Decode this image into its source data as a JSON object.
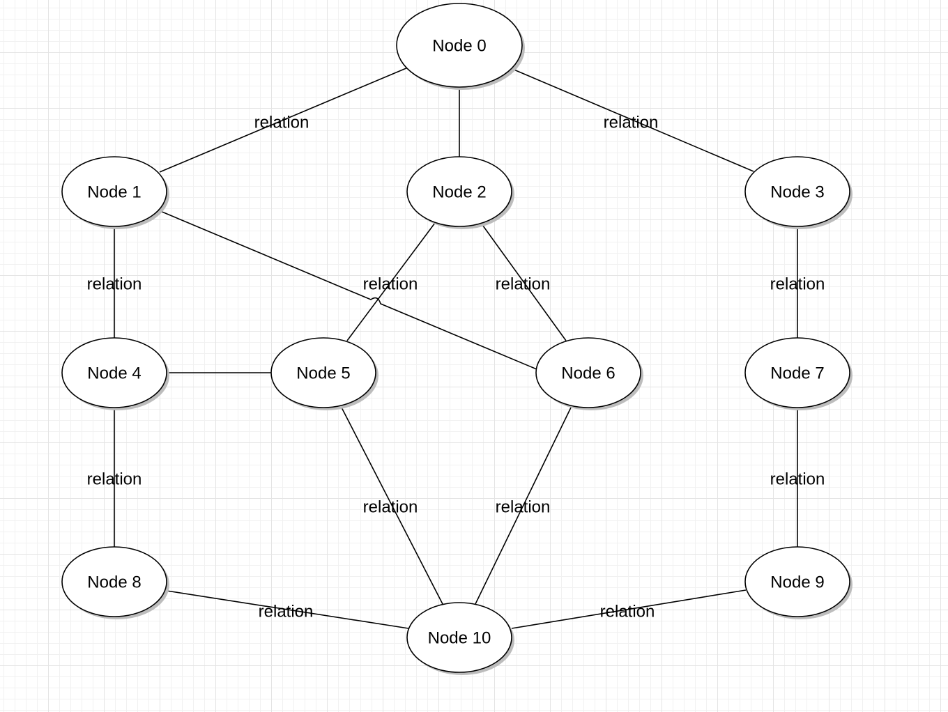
{
  "diagram": {
    "type": "graph",
    "nodes": [
      {
        "id": "n0",
        "label": "Node 0"
      },
      {
        "id": "n1",
        "label": "Node 1"
      },
      {
        "id": "n2",
        "label": "Node 2"
      },
      {
        "id": "n3",
        "label": "Node 3"
      },
      {
        "id": "n4",
        "label": "Node 4"
      },
      {
        "id": "n5",
        "label": "Node 5"
      },
      {
        "id": "n6",
        "label": "Node 6"
      },
      {
        "id": "n7",
        "label": "Node 7"
      },
      {
        "id": "n8",
        "label": "Node 8"
      },
      {
        "id": "n9",
        "label": "Node 9"
      },
      {
        "id": "n10",
        "label": "Node 10"
      }
    ],
    "edges": [
      {
        "from": "n0",
        "to": "n1",
        "label": "relation"
      },
      {
        "from": "n0",
        "to": "n2",
        "label": ""
      },
      {
        "from": "n0",
        "to": "n3",
        "label": "relation"
      },
      {
        "from": "n1",
        "to": "n4",
        "label": "relation"
      },
      {
        "from": "n1",
        "to": "n6",
        "label": ""
      },
      {
        "from": "n2",
        "to": "n5",
        "label": "relation"
      },
      {
        "from": "n2",
        "to": "n6",
        "label": "relation"
      },
      {
        "from": "n3",
        "to": "n7",
        "label": "relation"
      },
      {
        "from": "n4",
        "to": "n5",
        "label": ""
      },
      {
        "from": "n4",
        "to": "n8",
        "label": "relation"
      },
      {
        "from": "n5",
        "to": "n10",
        "label": "relation"
      },
      {
        "from": "n6",
        "to": "n10",
        "label": "relation"
      },
      {
        "from": "n7",
        "to": "n9",
        "label": "relation"
      },
      {
        "from": "n8",
        "to": "n10",
        "label": "relation"
      },
      {
        "from": "n9",
        "to": "n10",
        "label": "relation"
      }
    ]
  }
}
